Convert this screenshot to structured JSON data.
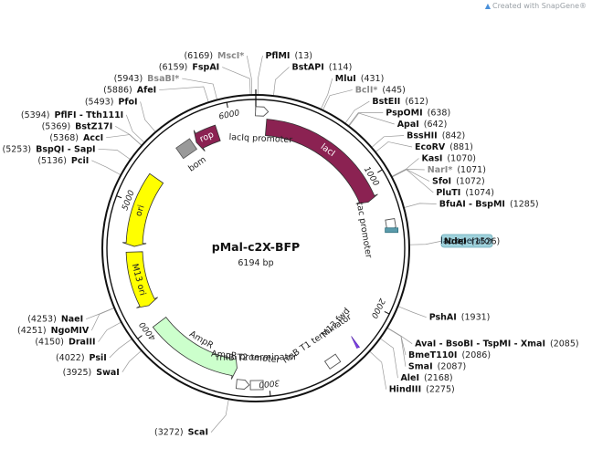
{
  "header": {
    "credit": "Created with SnapGene®"
  },
  "plasmid": {
    "name": "pMal-c2X-BFP",
    "length": 6194,
    "size_label": "6194 bp"
  },
  "ticks": [
    {
      "pos": 1000,
      "label": "1000"
    },
    {
      "pos": 2000,
      "label": "2000"
    },
    {
      "pos": 3000,
      "label": "3000"
    },
    {
      "pos": 4000,
      "label": "4000"
    },
    {
      "pos": 5000,
      "label": "5000"
    },
    {
      "pos": 6000,
      "label": "6000"
    }
  ],
  "features": [
    {
      "name": "lacI",
      "type": "arrow",
      "start": 83,
      "end": 1165,
      "dir": 1,
      "color": "#8b2252",
      "label_inside": true
    },
    {
      "name": "rop",
      "type": "arrow",
      "start": 5690,
      "end": 5880,
      "dir": -1,
      "color": "#8b2252",
      "label_inside": true
    },
    {
      "name": "ori",
      "type": "arrow",
      "start": 4660,
      "end": 5250,
      "dir": -1,
      "color": "#ffff00",
      "label_inside": true
    },
    {
      "name": "M13 ori",
      "type": "arrow",
      "start": 4160,
      "end": 4615,
      "dir": -1,
      "color": "#ffff00",
      "label_inside": true
    },
    {
      "name": "AmpR",
      "type": "arrow",
      "start": 3250,
      "end": 4000,
      "dir": -1,
      "color": "#ccffcc",
      "label_inside": false
    },
    {
      "name": "lacIq promoter",
      "type": "promoter",
      "start": 5,
      "end": 83,
      "dir": 1
    },
    {
      "name": "tac promoter",
      "type": "promoter",
      "start": 1370,
      "end": 1400,
      "dir": 1
    },
    {
      "name": "AmpR promoter",
      "type": "promoter",
      "start": 3150,
      "end": 3230,
      "dir": -1
    },
    {
      "name": "lac operator",
      "type": "operator",
      "start": 1405,
      "end": 1425
    },
    {
      "name": "bom",
      "type": "box",
      "start": 5560,
      "end": 5630
    },
    {
      "name": "rrnB T1 terminator",
      "type": "terminator",
      "start": 2480,
      "end": 2540
    },
    {
      "name": "rrnB T2 terminator",
      "type": "terminator",
      "start": 3060,
      "end": 3120
    },
    {
      "name": "M13 fwd",
      "type": "primer",
      "start": 2280,
      "end": 2300
    }
  ],
  "sites": [
    {
      "name": "MscI*",
      "num": "(6169)",
      "pos": 6169,
      "grey": true,
      "side": "left"
    },
    {
      "name": "FspAI",
      "num": "(6159)",
      "pos": 6159,
      "grey": false,
      "side": "left"
    },
    {
      "name": "BsaBI*",
      "num": "(5943)",
      "pos": 5943,
      "grey": true,
      "side": "left"
    },
    {
      "name": "AfeI",
      "num": "(5886)",
      "pos": 5886,
      "grey": false,
      "side": "left"
    },
    {
      "name": "PfoI",
      "num": "(5493)",
      "pos": 5493,
      "grey": false,
      "side": "left"
    },
    {
      "name": "PflFI - Tth111I",
      "num": "(5394)",
      "pos": 5394,
      "grey": false,
      "side": "left"
    },
    {
      "name": "BstZ17I",
      "num": "(5369)",
      "pos": 5369,
      "grey": false,
      "side": "left"
    },
    {
      "name": "AccI",
      "num": "(5368)",
      "pos": 5368,
      "grey": false,
      "side": "left"
    },
    {
      "name": "BspQI - SapI",
      "num": "(5253)",
      "pos": 5253,
      "grey": false,
      "side": "left"
    },
    {
      "name": "PciI",
      "num": "(5136)",
      "pos": 5136,
      "grey": false,
      "side": "left"
    },
    {
      "name": "NaeI",
      "num": "(4253)",
      "pos": 4253,
      "grey": false,
      "side": "left"
    },
    {
      "name": "NgoMIV",
      "num": "(4251)",
      "pos": 4251,
      "grey": false,
      "side": "left"
    },
    {
      "name": "DraIII",
      "num": "(4150)",
      "pos": 4150,
      "grey": false,
      "side": "left"
    },
    {
      "name": "PsiI",
      "num": "(4022)",
      "pos": 4022,
      "grey": false,
      "side": "left"
    },
    {
      "name": "SwaI",
      "num": "(3925)",
      "pos": 3925,
      "grey": false,
      "side": "left"
    },
    {
      "name": "ScaI",
      "num": "(3272)",
      "pos": 3272,
      "grey": false,
      "side": "left"
    },
    {
      "name": "PflMI",
      "num": "(13)",
      "pos": 13,
      "grey": false,
      "side": "right"
    },
    {
      "name": "BstAPI",
      "num": "(114)",
      "pos": 114,
      "grey": false,
      "side": "right"
    },
    {
      "name": "MluI",
      "num": "(431)",
      "pos": 431,
      "grey": false,
      "side": "right"
    },
    {
      "name": "BclI*",
      "num": "(445)",
      "pos": 445,
      "grey": true,
      "side": "right"
    },
    {
      "name": "BstEII",
      "num": "(612)",
      "pos": 612,
      "grey": false,
      "side": "right"
    },
    {
      "name": "PspOMI",
      "num": "(638)",
      "pos": 638,
      "grey": false,
      "side": "right"
    },
    {
      "name": "ApaI",
      "num": "(642)",
      "pos": 642,
      "grey": false,
      "side": "right"
    },
    {
      "name": "BssHII",
      "num": "(842)",
      "pos": 842,
      "grey": false,
      "side": "right"
    },
    {
      "name": "EcoRV",
      "num": "(881)",
      "pos": 881,
      "grey": false,
      "side": "right"
    },
    {
      "name": "KasI",
      "num": "(1070)",
      "pos": 1070,
      "grey": false,
      "side": "right"
    },
    {
      "name": "NarI*",
      "num": "(1071)",
      "pos": 1071,
      "grey": true,
      "side": "right"
    },
    {
      "name": "SfoI",
      "num": "(1072)",
      "pos": 1072,
      "grey": false,
      "side": "right"
    },
    {
      "name": "PluTI",
      "num": "(1074)",
      "pos": 1074,
      "grey": false,
      "side": "right"
    },
    {
      "name": "BfuAI - BspMI",
      "num": "(1285)",
      "pos": 1285,
      "grey": false,
      "side": "right"
    },
    {
      "name": "NdeI",
      "num": "(1526)",
      "pos": 1526,
      "grey": false,
      "side": "right"
    },
    {
      "name": "PshAI",
      "num": "(1931)",
      "pos": 1931,
      "grey": false,
      "side": "right"
    },
    {
      "name": "AvaI - BsoBI - TspMI - XmaI",
      "num": "(2085)",
      "pos": 2085,
      "grey": false,
      "side": "right"
    },
    {
      "name": "BmeT110I",
      "num": "(2086)",
      "pos": 2086,
      "grey": false,
      "side": "right"
    },
    {
      "name": "SmaI",
      "num": "(2087)",
      "pos": 2087,
      "grey": false,
      "side": "right"
    },
    {
      "name": "AleI",
      "num": "(2168)",
      "pos": 2168,
      "grey": false,
      "side": "right"
    },
    {
      "name": "HindIII",
      "num": "(2275)",
      "pos": 2275,
      "grey": false,
      "side": "right"
    }
  ]
}
